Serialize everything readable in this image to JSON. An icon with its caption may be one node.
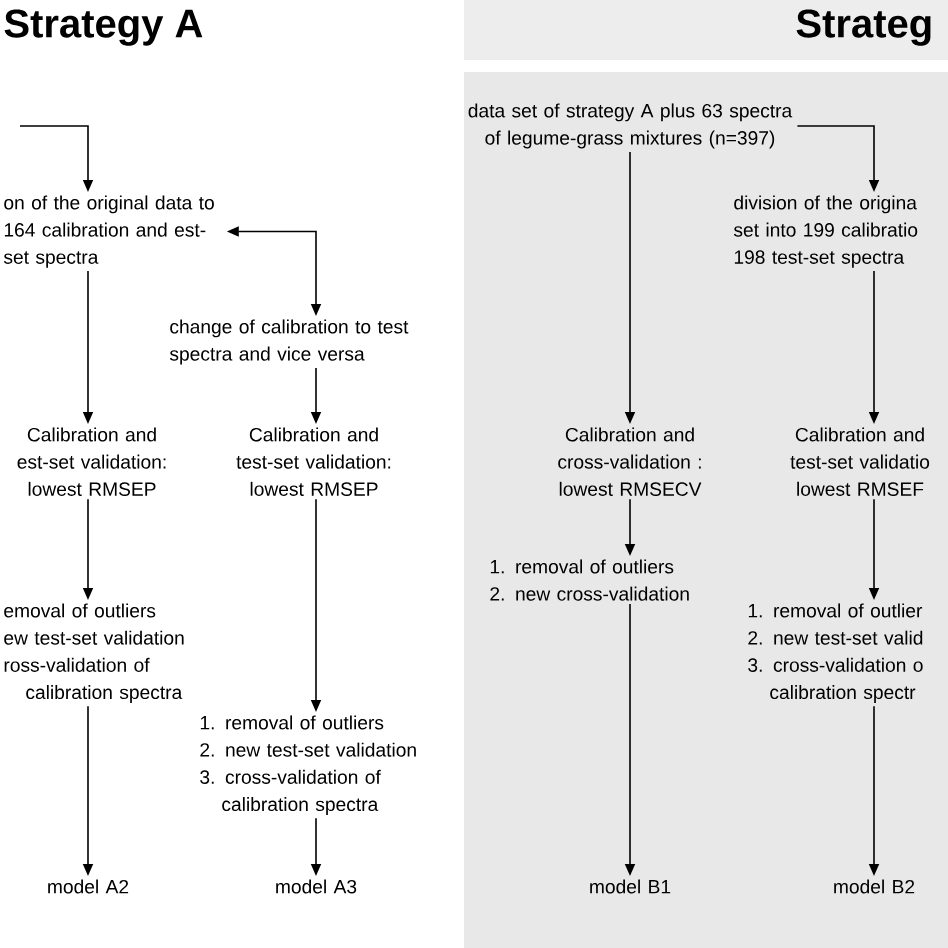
{
  "diagram": {
    "nodes": [
      {
        "text": [
          "on of the original data to 164 calibration and est-set spectra"
        ]
      },
      {
        "text": [
          "change of calibration to test spectra and vice versa"
        ]
      },
      {
        "text": [
          "Calibration and est-set validation: lowest RMSEP"
        ]
      },
      {
        "text": [
          "Calibration and test-set validation: lowest RMSEP"
        ]
      },
      {
        "text": [
          "emoval of outliers",
          "ew test-set validation",
          "ross-validation of calibration spectra"
        ]
      },
      {
        "text": [
          "1. removal of outliers",
          "2. new test-set validation",
          "3. cross-validation of calibration spectra"
        ]
      },
      {
        "text": [
          "model A2"
        ]
      },
      {
        "text": [
          "model A3"
        ]
      },
      {
        "text": [
          "data set of strategy A plus 63 spectra of legume-grass mixtures (n=397)"
        ]
      },
      {
        "text": [
          "division of the origina set into 199 calibratio 198 test-set spectra"
        ]
      },
      {
        "text": [
          "Calibration and cross-validation : lowest RMSECV"
        ]
      },
      {
        "text": [
          "Calibration and test-set validatio lowest RMSEF"
        ]
      },
      {
        "text": [
          "1. removal of outliers",
          "2. new cross-validation"
        ]
      },
      {
        "text": [
          "1. removal of outlier",
          "2. new test-set valid",
          "3. cross-validation o calibration spectr"
        ]
      },
      {
        "text": [
          "model B1"
        ]
      },
      {
        "text": [
          "model B2"
        ]
      }
    ],
    "edges": [
      {
        "from": null,
        "to": 0,
        "arrow": "to"
      },
      {
        "from": 0,
        "to": 1,
        "arrow": "both"
      },
      {
        "from": 0,
        "to": 2,
        "arrow": "to"
      },
      {
        "from": 1,
        "to": 3,
        "arrow": "to"
      },
      {
        "from": 2,
        "to": 4,
        "arrow": "to"
      },
      {
        "from": 3,
        "to": 5,
        "arrow": "to"
      },
      {
        "from": 4,
        "to": 6,
        "arrow": "to"
      },
      {
        "from": 5,
        "to": 7,
        "arrow": "to"
      },
      {
        "from": 8,
        "to": 9,
        "arrow": "to"
      },
      {
        "from": 8,
        "to": 10,
        "arrow": "to"
      },
      {
        "from": 10,
        "to": 12,
        "arrow": "to"
      },
      {
        "from": 12,
        "to": 14,
        "arrow": "to"
      },
      {
        "from": 9,
        "to": 11,
        "arrow": "to"
      },
      {
        "from": 11,
        "to": 13,
        "arrow": "to"
      },
      {
        "from": 13,
        "to": 15,
        "arrow": "to"
      }
    ],
    "labels": [
      "Strategy A",
      "Strateg"
    ]
  }
}
